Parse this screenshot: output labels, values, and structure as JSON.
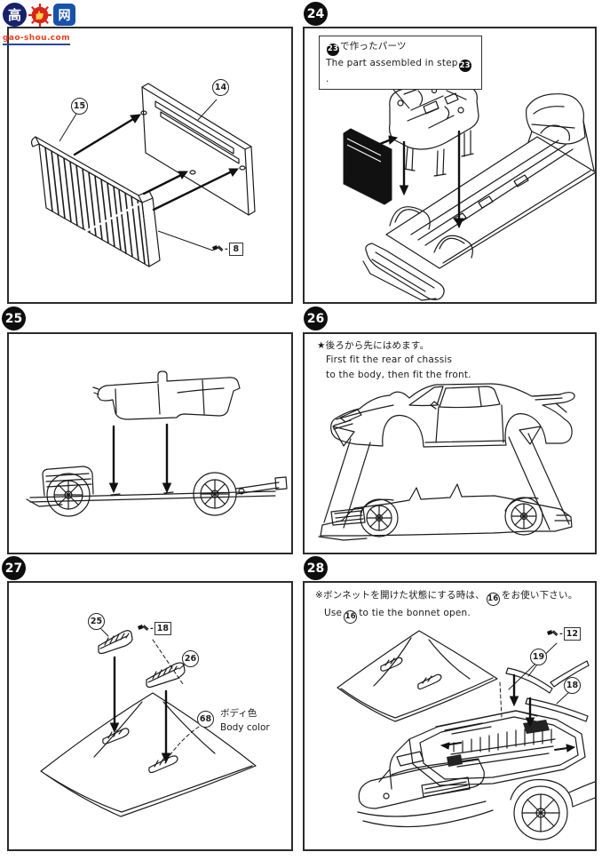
{
  "logo": {
    "char_left": "高",
    "char_right": "网",
    "domain": "gao-shou.com"
  },
  "panel_prev": {
    "part_radiator": "15",
    "part_back_panel": "14",
    "screw": "8"
  },
  "step24": {
    "badge": "24",
    "note_ref": "23",
    "note_jp": "で作ったパーツ",
    "note_en_prefix": "The part assembled in step",
    "note_en_suffix": "."
  },
  "step25": {
    "badge": "25"
  },
  "step26": {
    "badge": "26",
    "note_jp": "★後ろから先にはめます。",
    "note_en1": "First fit the rear of chassis",
    "note_en2": "to the body, then fit the front."
  },
  "step27": {
    "badge": "27",
    "part_vent_left": "25",
    "part_vent_right": "26",
    "screw": "18",
    "part_hood": "68",
    "color_jp": "ボディ色",
    "color_en": "Body color"
  },
  "step28": {
    "badge": "28",
    "note_jp_prefix": "※ボンネットを開けた状態にする時は、",
    "note_ref": "16",
    "note_jp_suffix": "をお使い下さい。",
    "note_en_prefix": "Use",
    "note_en_suffix": "to tie the bonnet open.",
    "part_stay_left": "19",
    "part_stay_right": "18",
    "screw": "12"
  }
}
